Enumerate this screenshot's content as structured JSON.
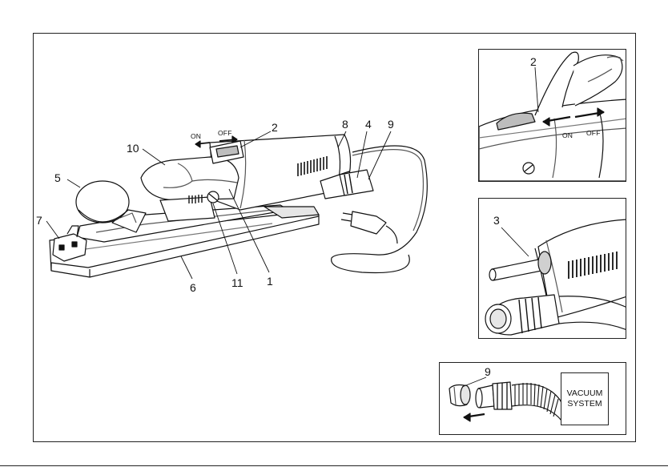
{
  "callouts": {
    "n1": "1",
    "n2": "2",
    "n4": "4",
    "n5": "5",
    "n6": "6",
    "n7": "7",
    "n8": "8",
    "n9": "9",
    "n10": "10",
    "n11": "11"
  },
  "switch_labels": {
    "on": "ON",
    "off": "OFF"
  },
  "inset_switch": {
    "callout": "2",
    "on": "ON",
    "off": "OFF"
  },
  "inset_port": {
    "callout": "3"
  },
  "inset_vacuum": {
    "callout": "9",
    "box_line1": "VACUUM",
    "box_line2": "SYSTEM"
  },
  "colors": {
    "ink": "#111111",
    "shade": "#555555",
    "light": "#bdbdbd",
    "paper": "#ffffff"
  }
}
